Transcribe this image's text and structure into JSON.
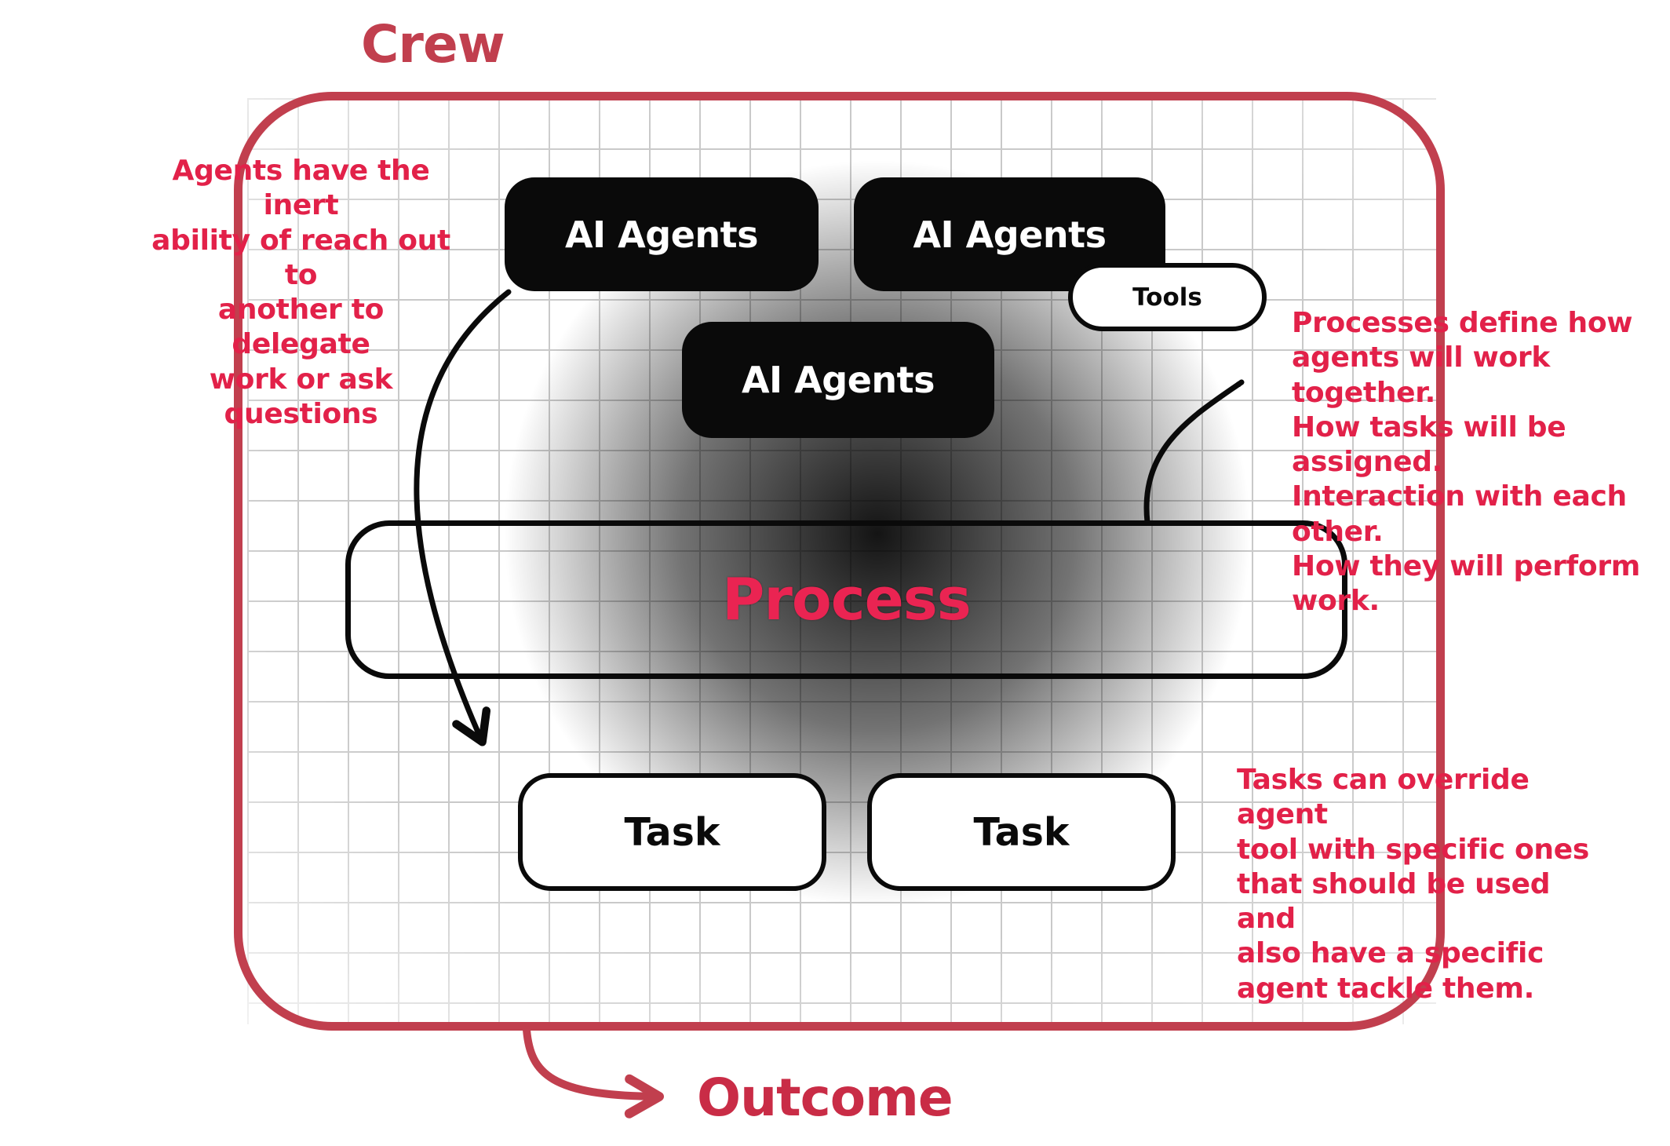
{
  "colors": {
    "crew_border": "#c13f4e",
    "annotation_text": "#e22149",
    "process_text": "#ea2452",
    "outcome_text": "#c92c46",
    "agent_box_fill": "#0a0a0a",
    "task_box_fill": "#ffffff"
  },
  "crew": {
    "label": "Crew"
  },
  "outcome": {
    "label": "Outcome"
  },
  "boxes": {
    "agents": [
      {
        "label": "AI Agents"
      },
      {
        "label": "AI Agents"
      },
      {
        "label": "AI Agents"
      }
    ],
    "tools": {
      "label": "Tools"
    },
    "process": {
      "label": "Process"
    },
    "tasks": [
      {
        "label": "Task"
      },
      {
        "label": "Task"
      }
    ]
  },
  "annotations": {
    "left": {
      "lines": [
        "Agents have the inert",
        "ability of reach out to",
        "another to delegate",
        "work or ask questions"
      ]
    },
    "right_top": {
      "lines": [
        "Processes define how",
        "agents will work together.",
        "How tasks will be assigned.",
        "Interaction with each other.",
        "How they will perform work."
      ]
    },
    "right_bottom": {
      "lines": [
        "Tasks can override agent",
        "tool with specific ones",
        "that should be used and",
        "also have a specific",
        "agent tackle them."
      ]
    }
  }
}
